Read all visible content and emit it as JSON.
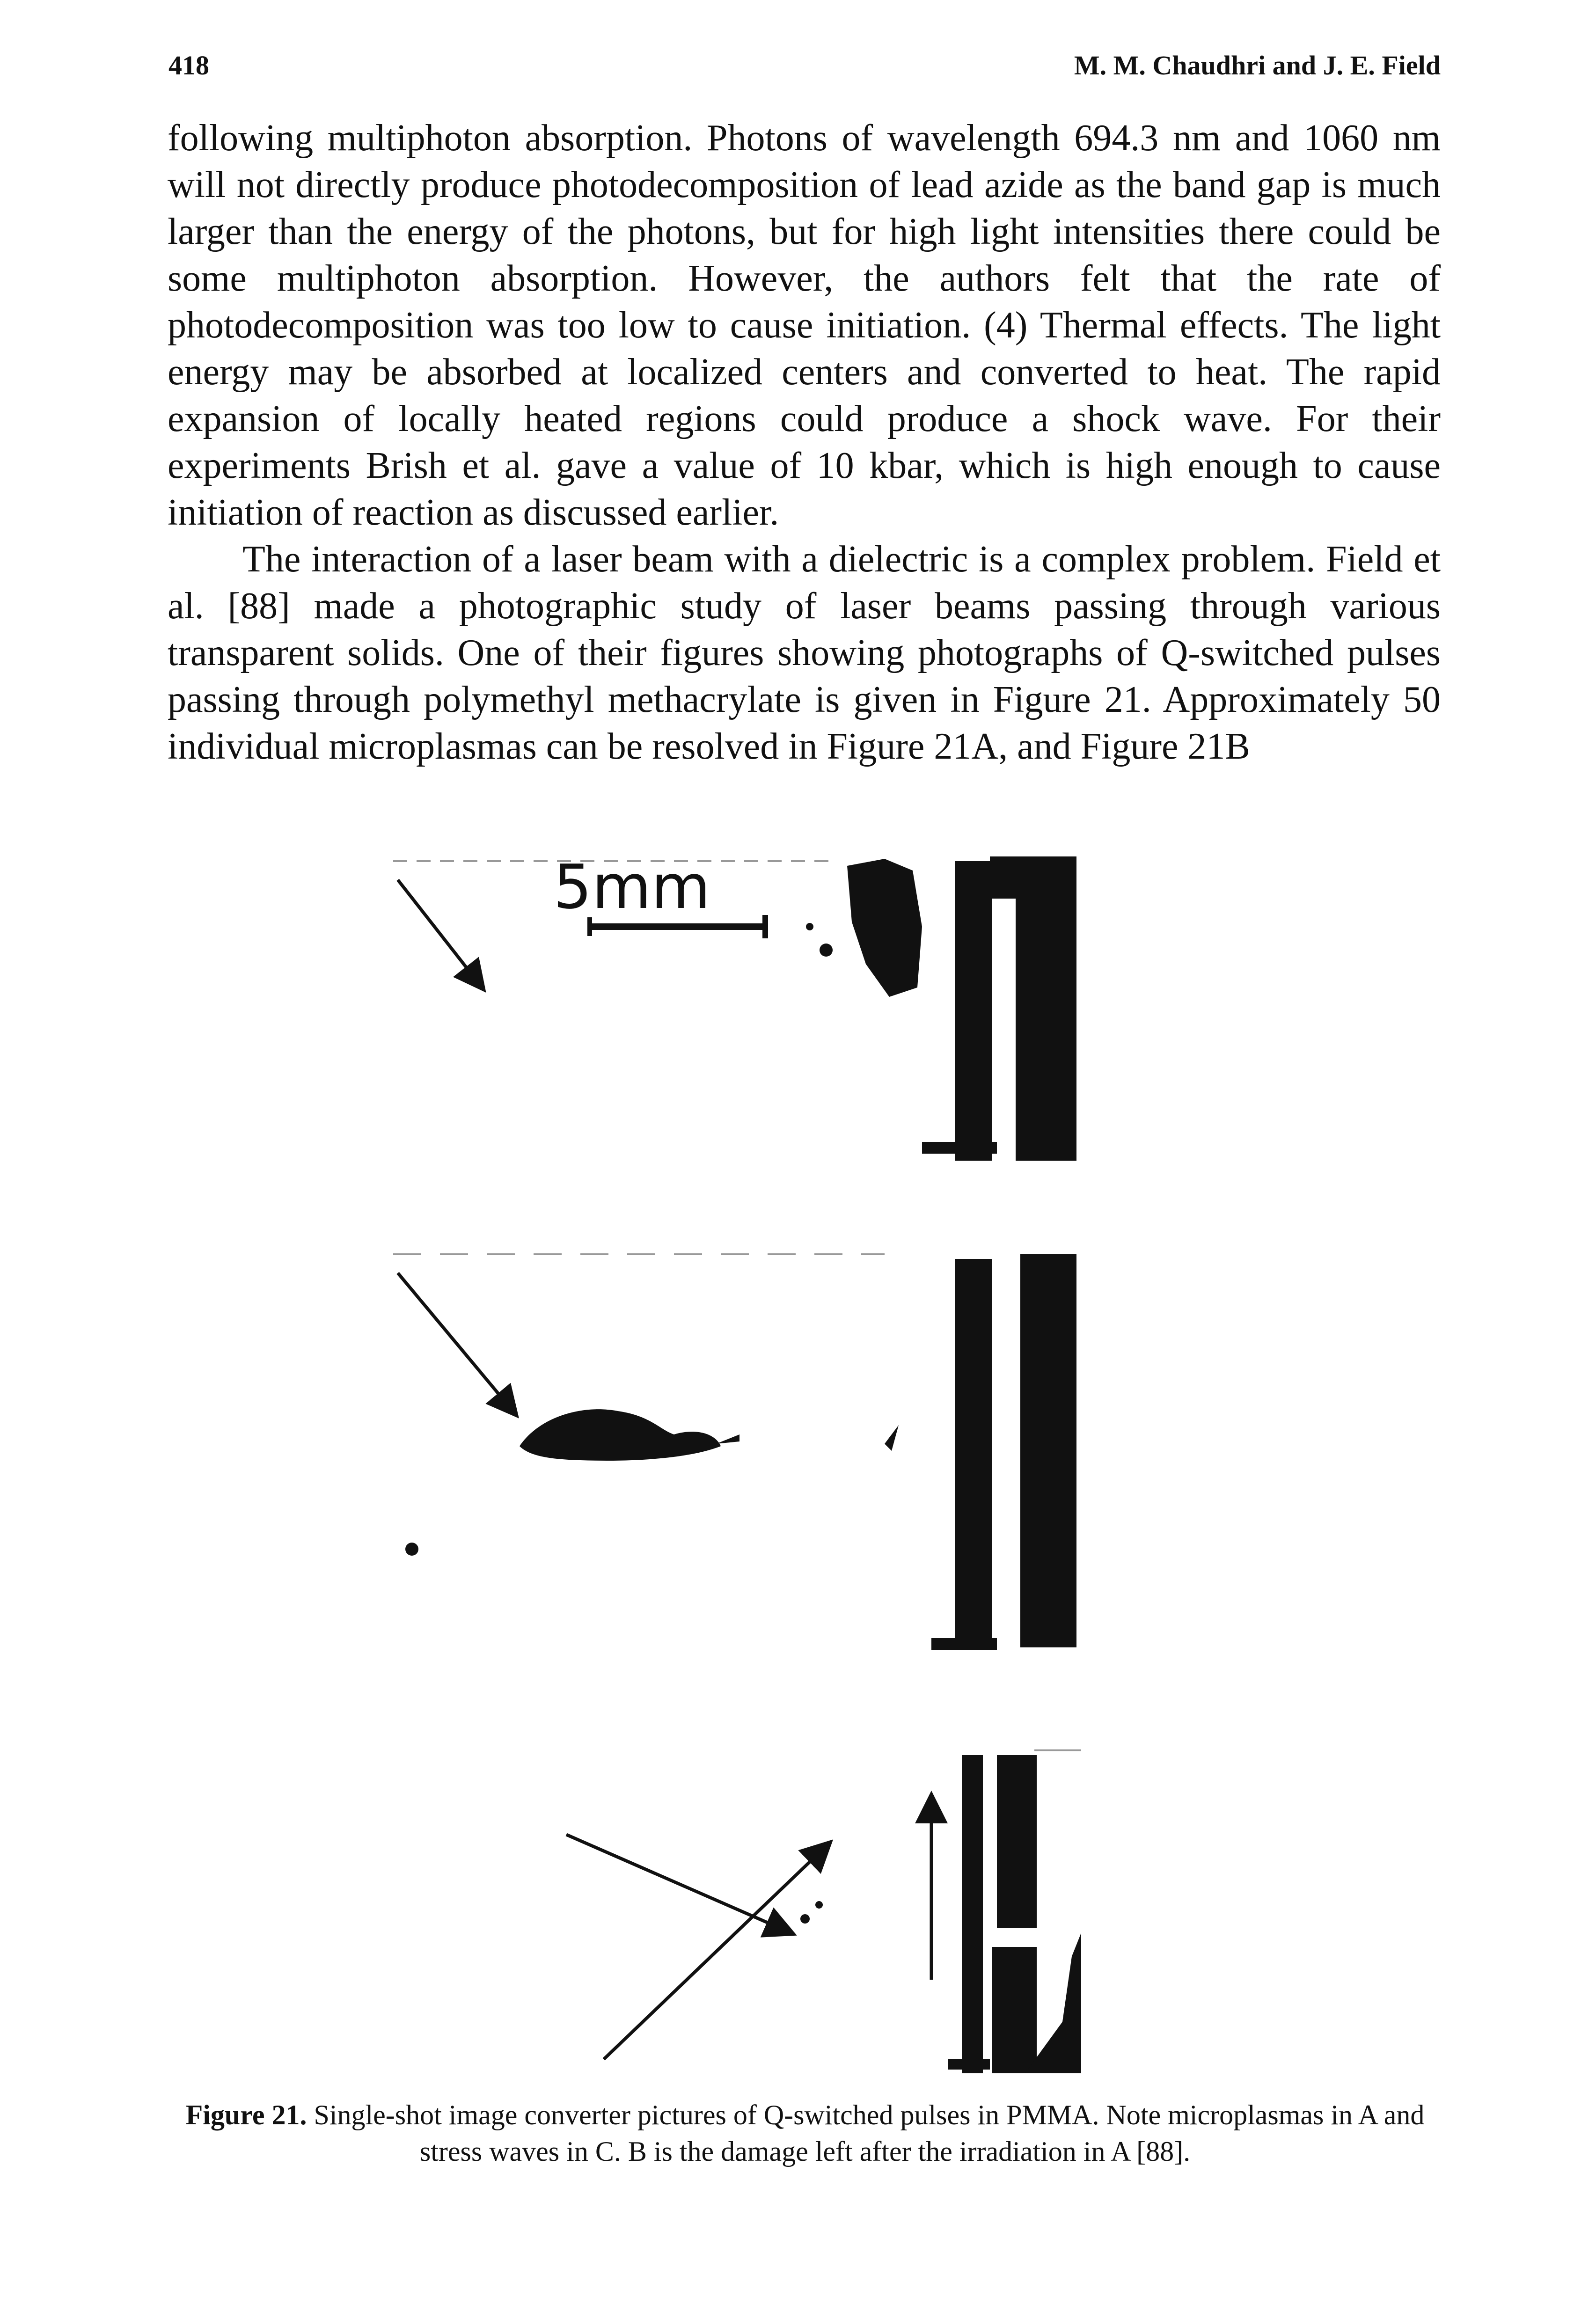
{
  "header": {
    "page_number": "418",
    "running_head": "M. M. Chaudhri and J. E. Field"
  },
  "paragraphs": [
    "following multiphoton absorption. Photons of wavelength 694.3 nm and 1060 nm will not directly produce photodecomposition of lead azide as the band gap is much larger than the energy of the photons, but for high light intensities there could be some multiphoton absorption. However, the authors felt that the rate of photodecomposition was too low to cause initiation. (4) Thermal effects. The light energy may be absorbed at localized centers and converted to heat. The rapid expansion of locally heated regions could produce a shock wave. For their experiments Brish et al. gave a value of 10 kbar, which is high enough to cause initiation of reaction as discussed earlier.",
    "The interaction of a laser beam with a dielectric is a complex problem. Field et al. [88] made a photographic study of laser beams passing through various transparent solids. One of their figures showing photographs of Q-switched pulses passing through polymethyl methacrylate is given in Figure 21. Approximately 50 individual microplasmas can be resolved in Figure 21A, and Figure 21B"
  ],
  "figure": {
    "scale_label": "5mm"
  },
  "caption": {
    "label": "Figure 21.",
    "text": "Single-shot image converter pictures of Q-switched pulses in PMMA. Note microplasmas in A and stress waves in C. B is the damage left after the irradiation in A [88]."
  }
}
